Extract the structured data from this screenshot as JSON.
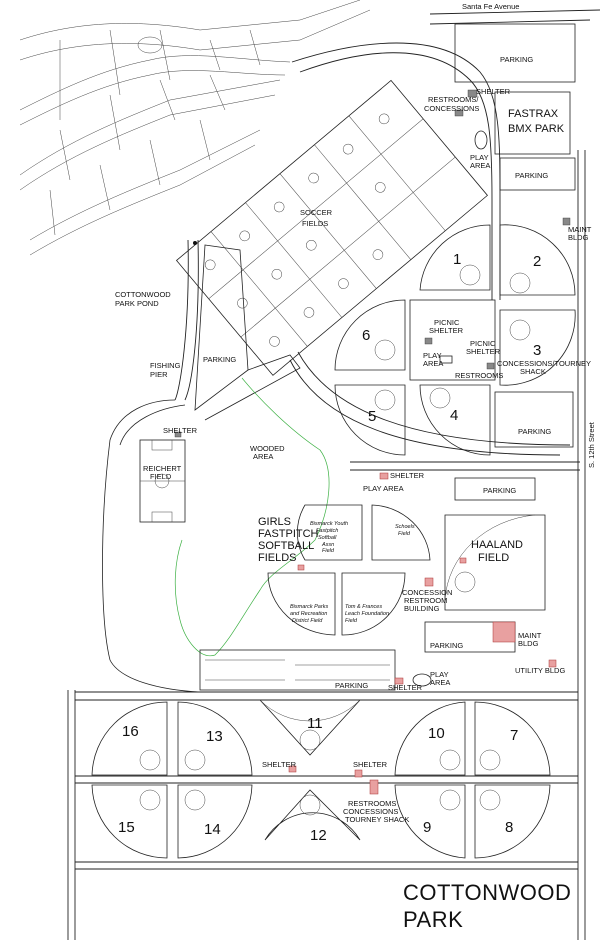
{
  "title": {
    "line1": "COTTONWOOD",
    "line2": "PARK"
  },
  "streets": {
    "top": "Santa Fe Avenue",
    "right": "S. 12th Street"
  },
  "areas": {
    "parking_top": "PARKING",
    "shelter_top": "SHELTER",
    "restrooms_concessions_line1": "RESTROOMS/",
    "restrooms_concessions_line2": "CONCESSIONS",
    "fastrax_line1": "FASTRAX",
    "fastrax_line2": "BMX PARK",
    "play_area_top_line1": "PLAY",
    "play_area_top_line2": "AREA",
    "parking_bmx": "PARKING",
    "maint_bldg_top_line1": "MAINT",
    "maint_bldg_top_line2": "BLDG",
    "soccer_line1": "SOCCER",
    "soccer_line2": "FIELDS",
    "pond_line1": "COTTONWOOD",
    "pond_line2": "PARK POND",
    "picnic_shelter_1_line1": "PICNIC",
    "picnic_shelter_1_line2": "SHELTER",
    "picnic_shelter_2_line1": "PICNIC",
    "picnic_shelter_2_line2": "SHELTER",
    "play_area_mid_line1": "PLAY",
    "play_area_mid_line2": "AREA",
    "concessions_tourney_line1": "CONCESSIONS/TOURNEY",
    "concessions_tourney_line2": "SHACK",
    "restrooms_mid": "RESTROOMS",
    "fishing_pier_line1": "FISHING",
    "fishing_pier_line2": "PIER",
    "parking_west": "PARKING",
    "parking_right": "PARKING",
    "shelter_reichert": "SHELTER",
    "reichert_line1": "REICHERT",
    "reichert_line2": "FIELD",
    "wooded_line1": "WOODED",
    "wooded_line2": "AREA",
    "shelter_softball": "SHELTER",
    "play_area_softball": "PLAY AREA",
    "parking_softball": "PARKING",
    "girls_line1": "GIRLS",
    "girls_line2": "FASTPITCH",
    "girls_line3": "SOFTBALL",
    "girls_line4": "FIELDS",
    "bismarck_youth_line1": "Bismarck Youth",
    "bismarck_youth_line2": "Fastpitch",
    "bismarck_youth_line3": "Softball",
    "bismarck_youth_line4": "Assn",
    "bismarck_youth_line5": "Field",
    "schoels_line1": "Schoels",
    "schoels_line2": "Field",
    "haaland_line1": "HAALAND",
    "haaland_line2": "FIELD",
    "bparks_line1": "Bismarck Parks",
    "bparks_line2": "and Recreation",
    "bparks_line3": "District Field",
    "leach_line1": "Tom & Frances",
    "leach_line2": "Leach Foundation",
    "leach_line3": "Field",
    "concession_line1": "CONCESSION",
    "concession_line2": "RESTROOM",
    "concession_line3": "BUILDING",
    "maint_bldg_mid_line1": "MAINT",
    "maint_bldg_mid_line2": "BLDG",
    "parking_mid": "PARKING",
    "utility_bldg": "UTILITY BLDG",
    "parking_bottom": "PARKING",
    "shelter_bottom": "SHELTER",
    "play_area_bottom_line1": "PLAY",
    "play_area_bottom_line2": "AREA",
    "shelter_left_bottom": "SHELTER",
    "shelter_center_bottom": "SHELTER",
    "restrooms_bottom_line1": "RESTROOMS",
    "restrooms_bottom_line2": "CONCESSIONS",
    "restrooms_bottom_line3": "TOURNEY SHACK"
  },
  "fields": {
    "f1": "1",
    "f2": "2",
    "f3": "3",
    "f4": "4",
    "f5": "5",
    "f6": "6",
    "f7": "7",
    "f8": "8",
    "f9": "9",
    "f10": "10",
    "f11": "11",
    "f12": "12",
    "f13": "13",
    "f14": "14",
    "f15": "15",
    "f16": "16"
  },
  "colors": {
    "line": "#222222",
    "wooded_boundary": "#3cb043",
    "building": "#888888",
    "building_highlight": "#e8a0a0"
  }
}
